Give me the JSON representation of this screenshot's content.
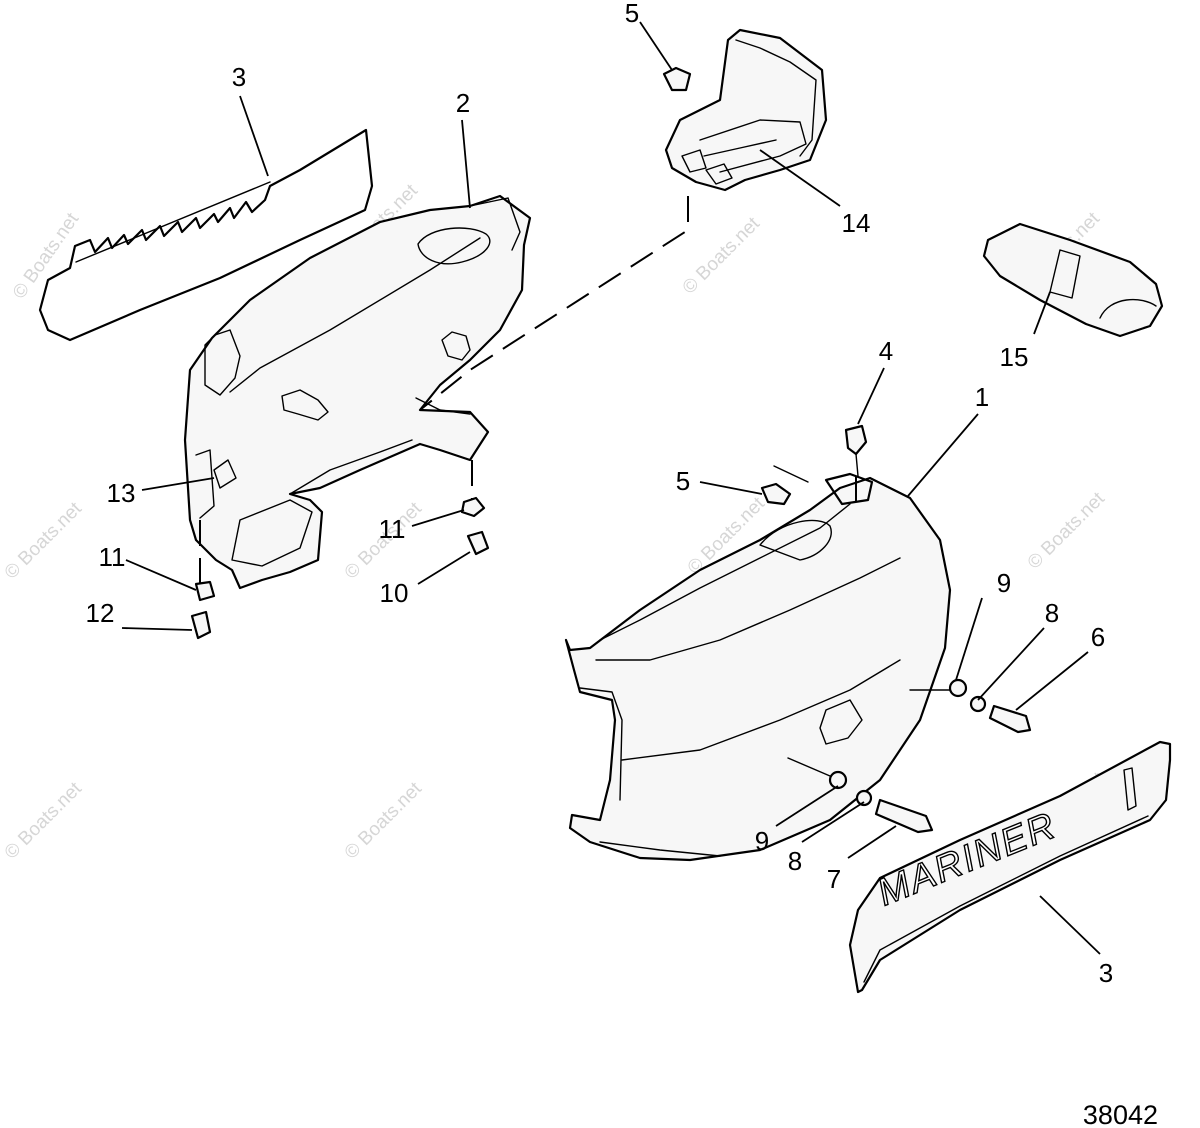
{
  "callouts": {
    "c3_top": "3",
    "c2": "2",
    "c5_top": "5",
    "c14": "14",
    "c15": "15",
    "c4": "4",
    "c1": "1",
    "c5_mid": "5",
    "c13": "13",
    "c11_left": "11",
    "c12": "12",
    "c11_mid": "11",
    "c10": "10",
    "c9_right": "9",
    "c8_right": "8",
    "c6": "6",
    "c9_low": "9",
    "c8_low": "8",
    "c7": "7",
    "c3_bottom": "3"
  },
  "brand_decal_text": "MARINER",
  "figure_number": "38042",
  "watermark": "© Boats.net"
}
